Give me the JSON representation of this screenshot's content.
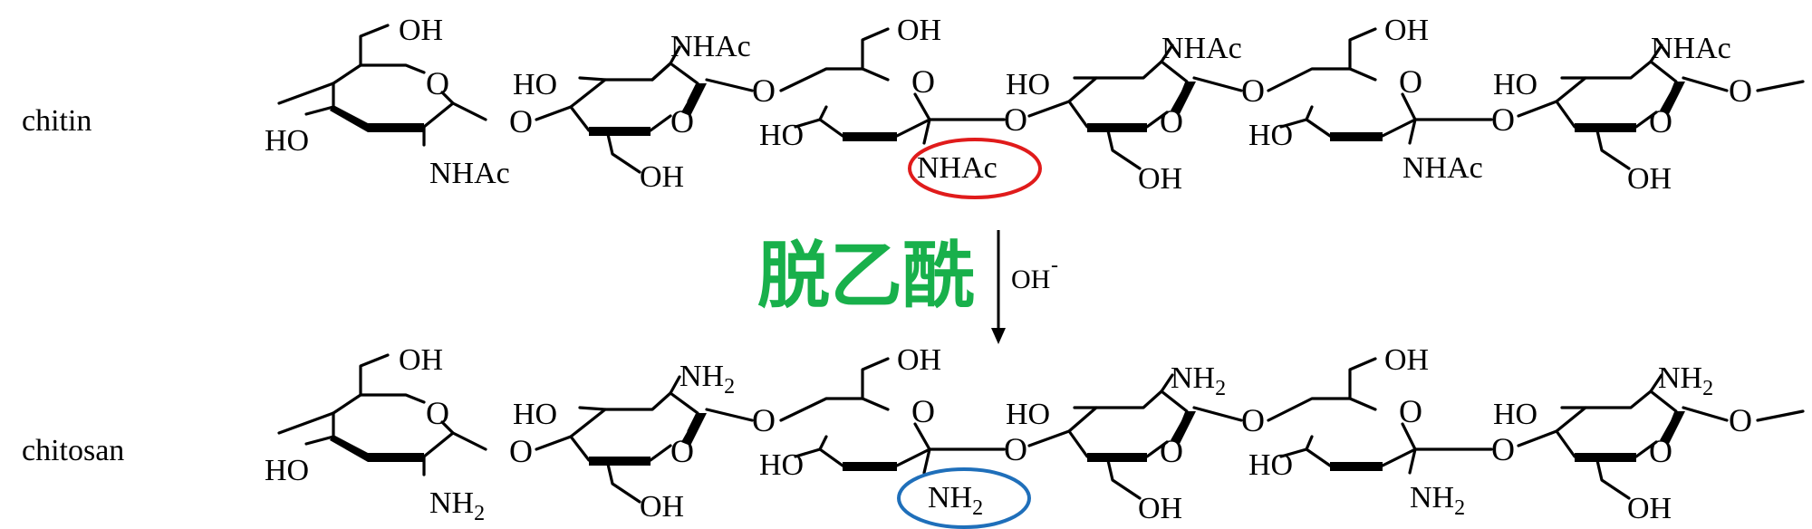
{
  "labels": {
    "chitin": "chitin",
    "chitosan": "chitosan",
    "reaction_cn": "脱乙酰",
    "reagent": "OH",
    "reagent_charge": "-"
  },
  "groups": {
    "oh": "OH",
    "ho": "HO",
    "nhac": "NHAc",
    "nh": "NH",
    "sub2": "2",
    "o": "O"
  },
  "colors": {
    "reaction_text": "#18b04b",
    "highlight_top": "#e01b1b",
    "highlight_bottom": "#1f6fba"
  }
}
